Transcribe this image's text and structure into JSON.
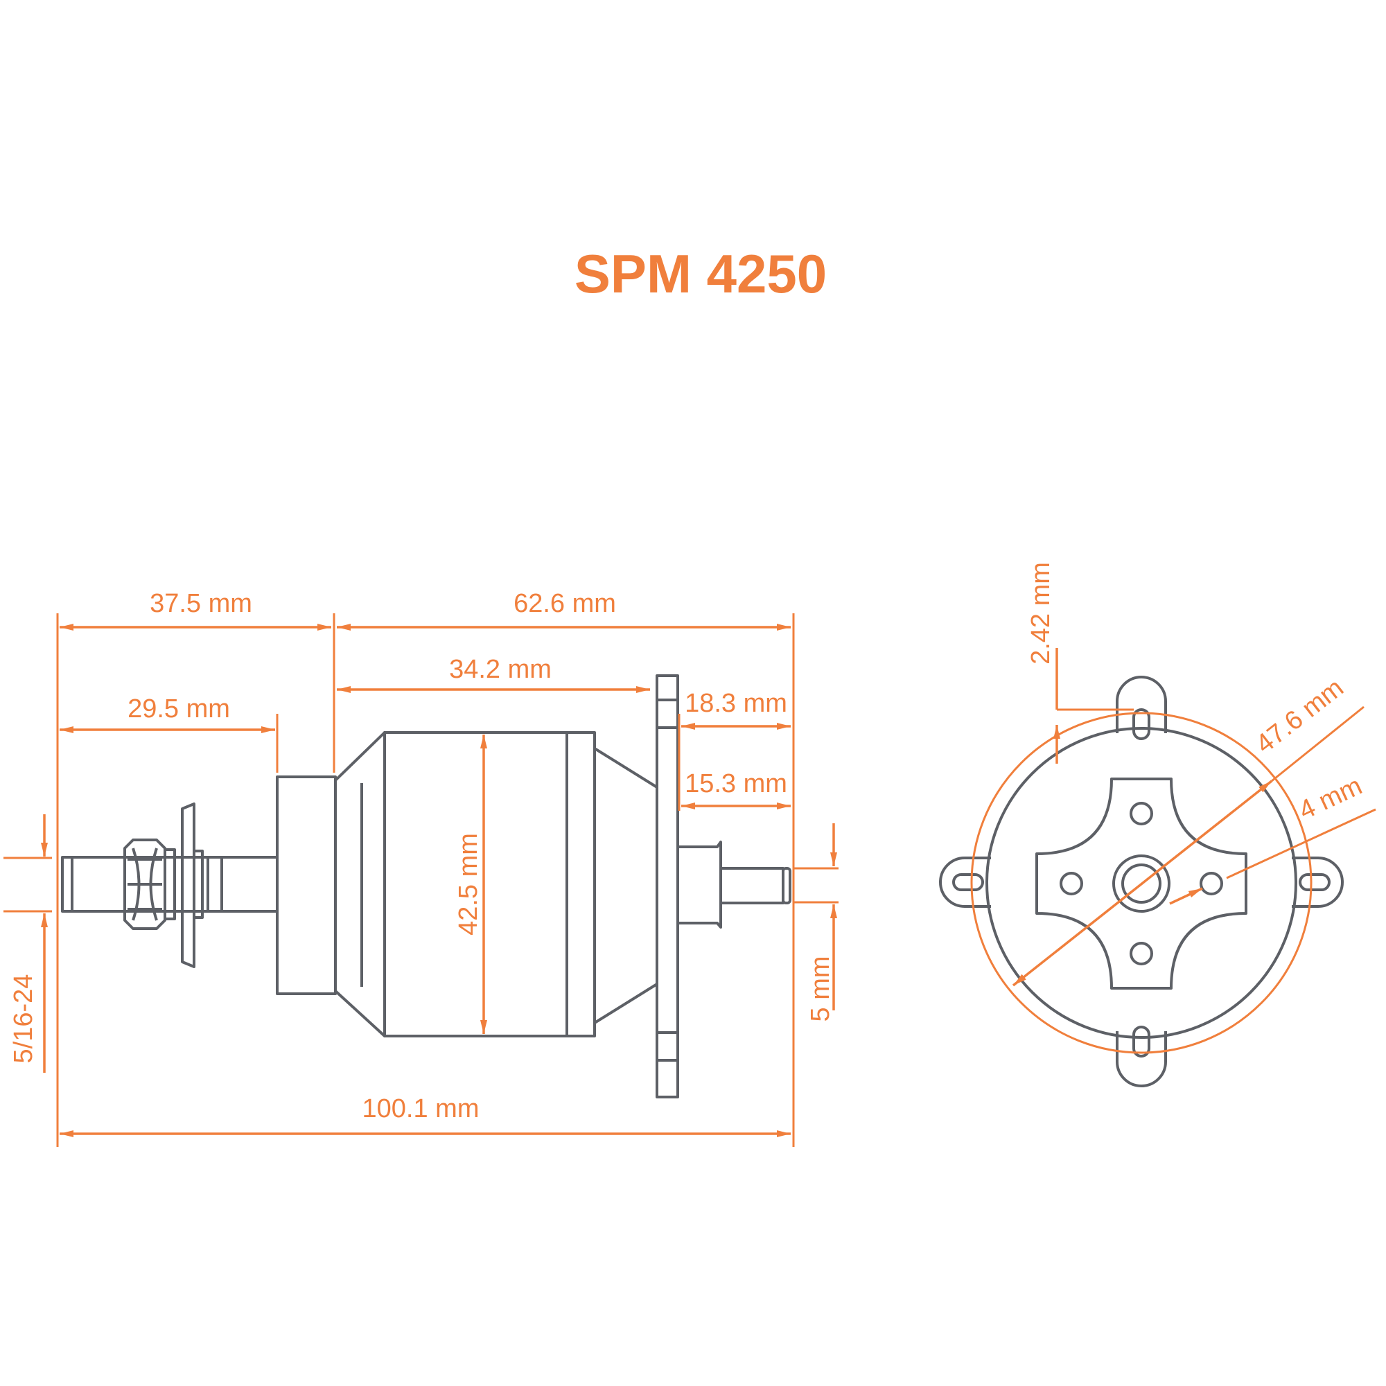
{
  "title": "SPM 4250",
  "colors": {
    "dimension": "#f07f3c",
    "part_outline": "#5d6066",
    "background": "#ffffff"
  },
  "dimensions": {
    "overall_length": "100.1 mm",
    "front_shaft_section": "37.5 mm",
    "prop_adapter": "29.5 mm",
    "body_to_back": "62.6 mm",
    "can_length": "34.2 mm",
    "mount_to_end": "18.3 mm",
    "rear_shaft": "15.3 mm",
    "can_diameter": "42.5 mm",
    "thread": "5/16-24",
    "rear_shaft_diameter": "5 mm",
    "mount_circle": "47.6 mm",
    "mount_hole": "4 mm",
    "tab_offset": "2.42 mm"
  }
}
